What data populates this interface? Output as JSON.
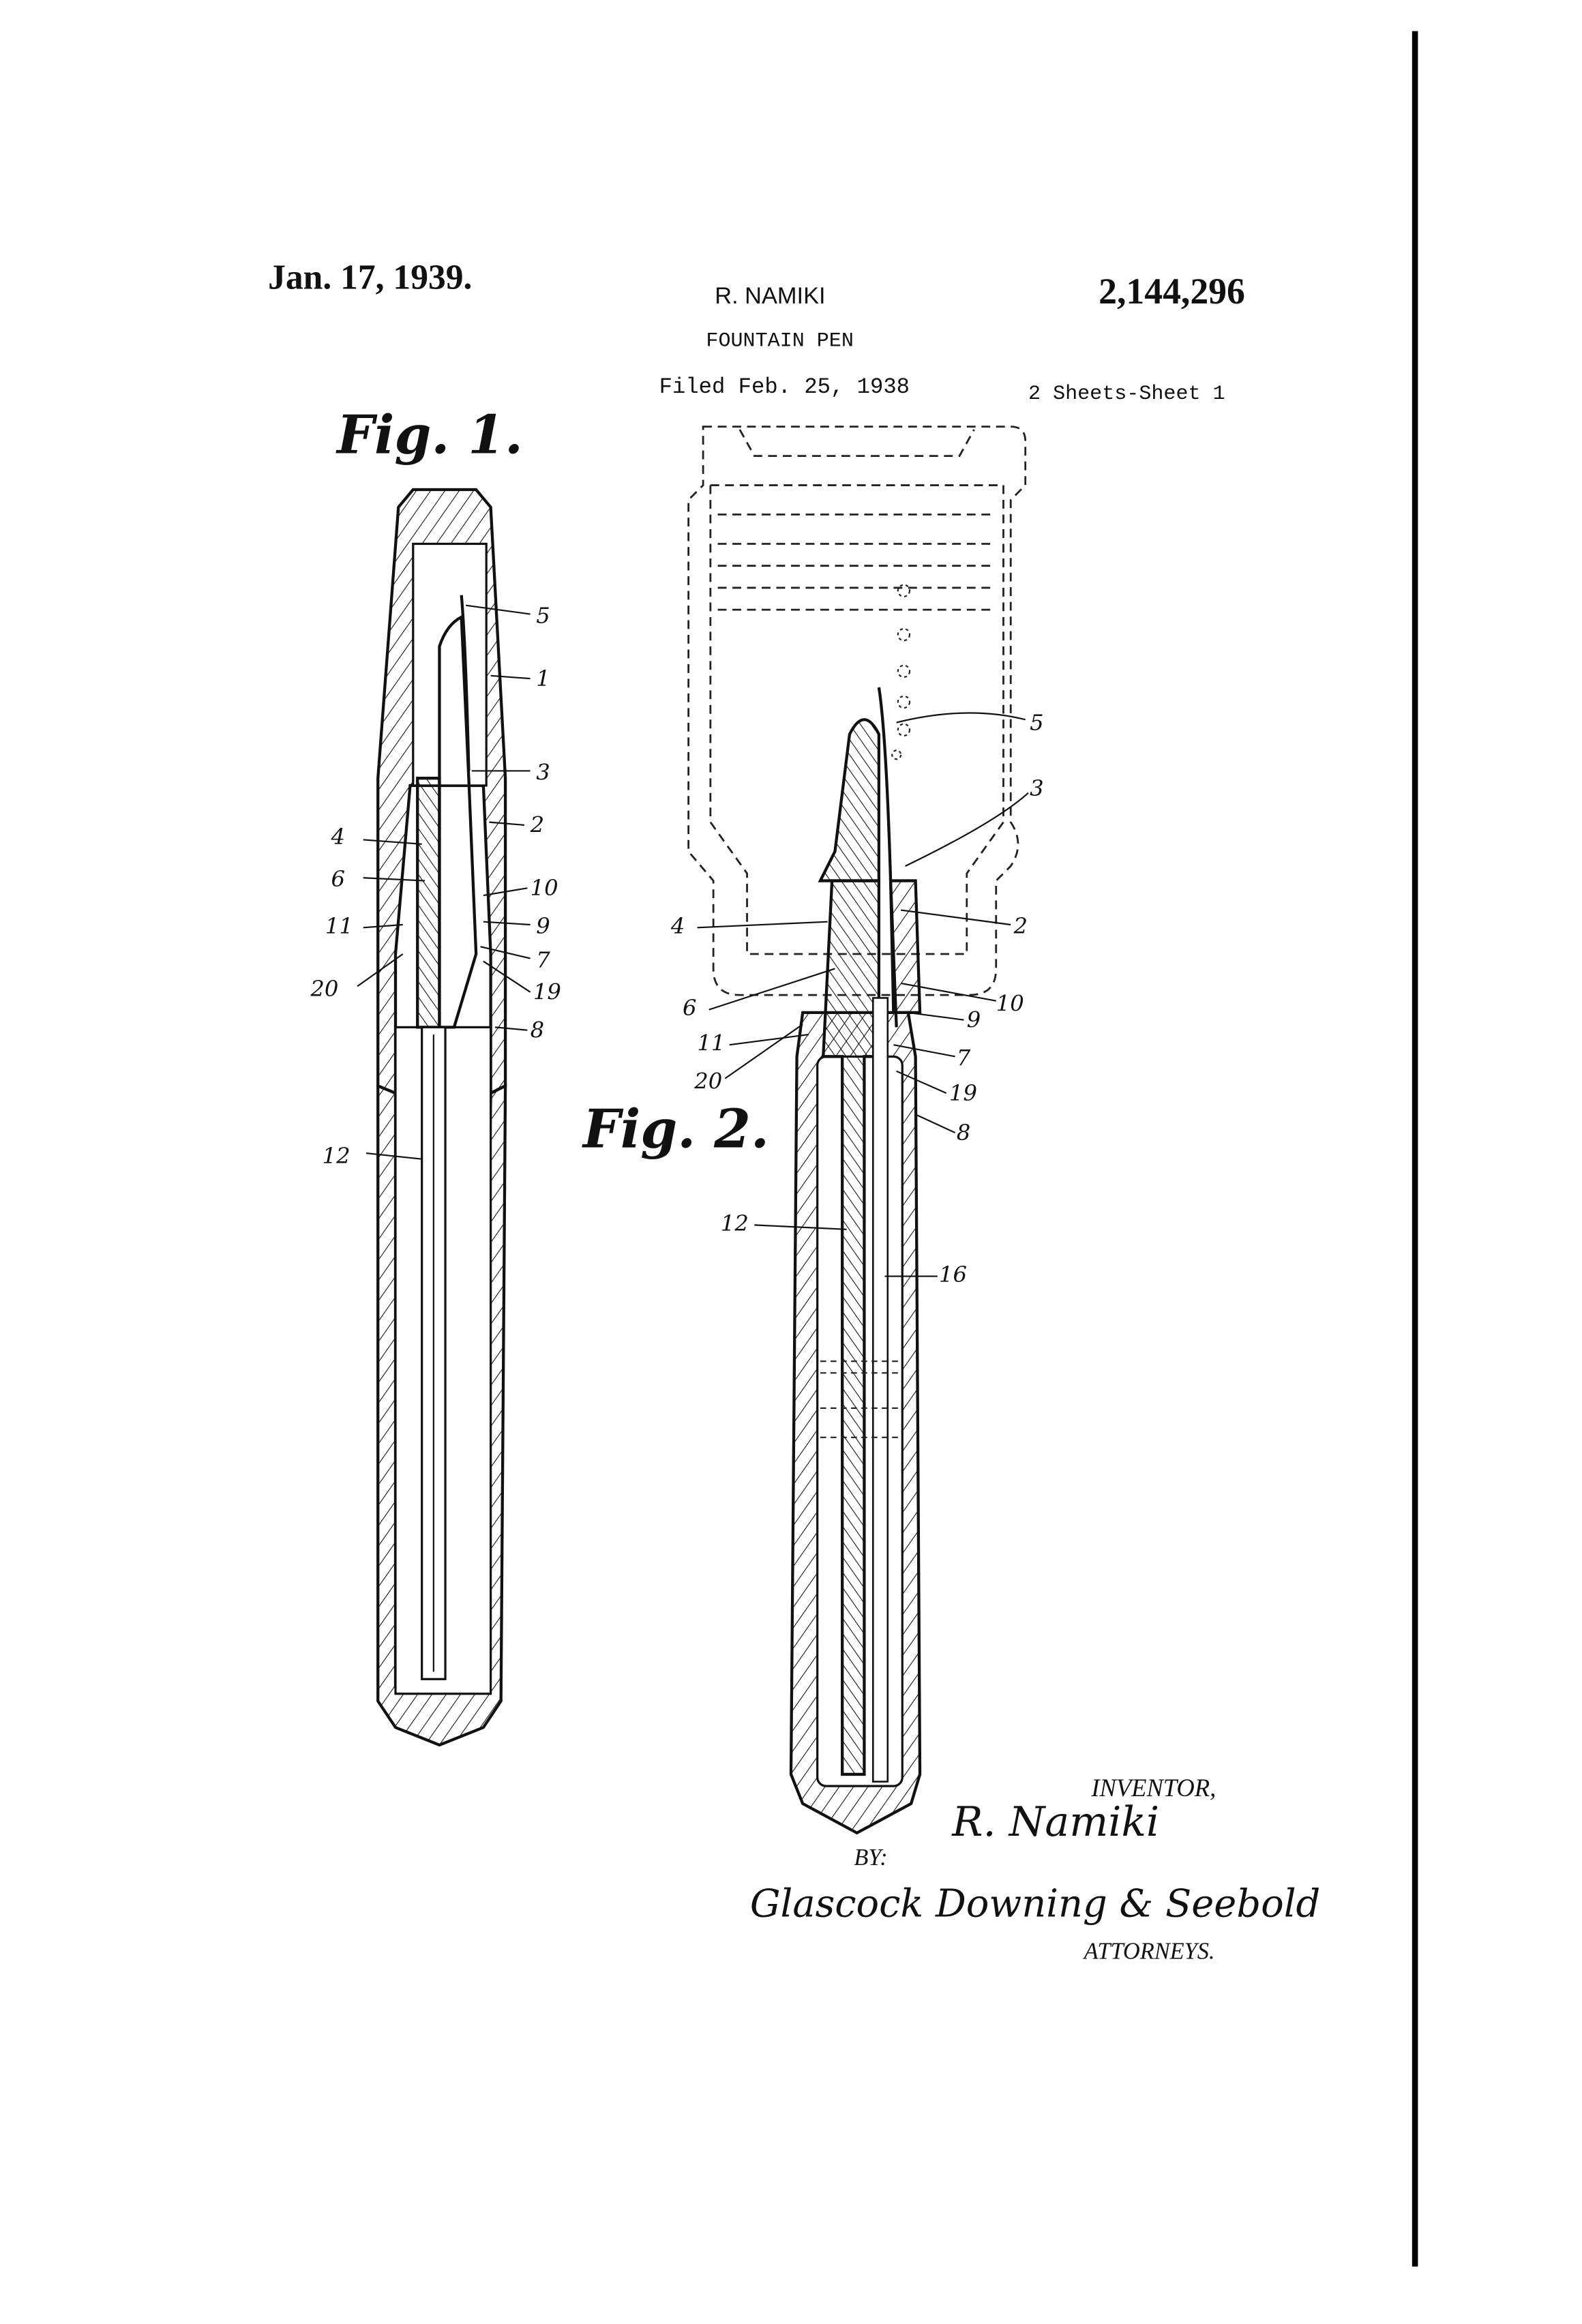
{
  "header": {
    "date": "Jan. 17, 1939.",
    "inventor_name": "R. NAMIKI",
    "patent_number": "2,144,296",
    "title": "FOUNTAIN PEN",
    "filed": "Filed Feb. 25, 1938",
    "sheets": "2 Sheets-Sheet 1"
  },
  "figures": [
    {
      "title": "Fig. 1.",
      "labels": [
        "5",
        "1",
        "3",
        "2",
        "4",
        "6",
        "10",
        "9",
        "11",
        "7",
        "20",
        "19",
        "8",
        "12"
      ]
    },
    {
      "title": "Fig. 2.",
      "labels": [
        "5",
        "3",
        "2",
        "4",
        "10",
        "6",
        "9",
        "11",
        "7",
        "20",
        "19",
        "8",
        "12",
        "16"
      ]
    }
  ],
  "signature": {
    "inventor_label": "INVENTOR,",
    "inventor_signature": "R. Namiki",
    "by_label": "BY:",
    "attorneys_signature": "Glascock Downing & Seebold",
    "attorneys_label": "ATTORNEYS."
  },
  "colors": {
    "ink": "#111111",
    "paper": "#ffffff"
  }
}
